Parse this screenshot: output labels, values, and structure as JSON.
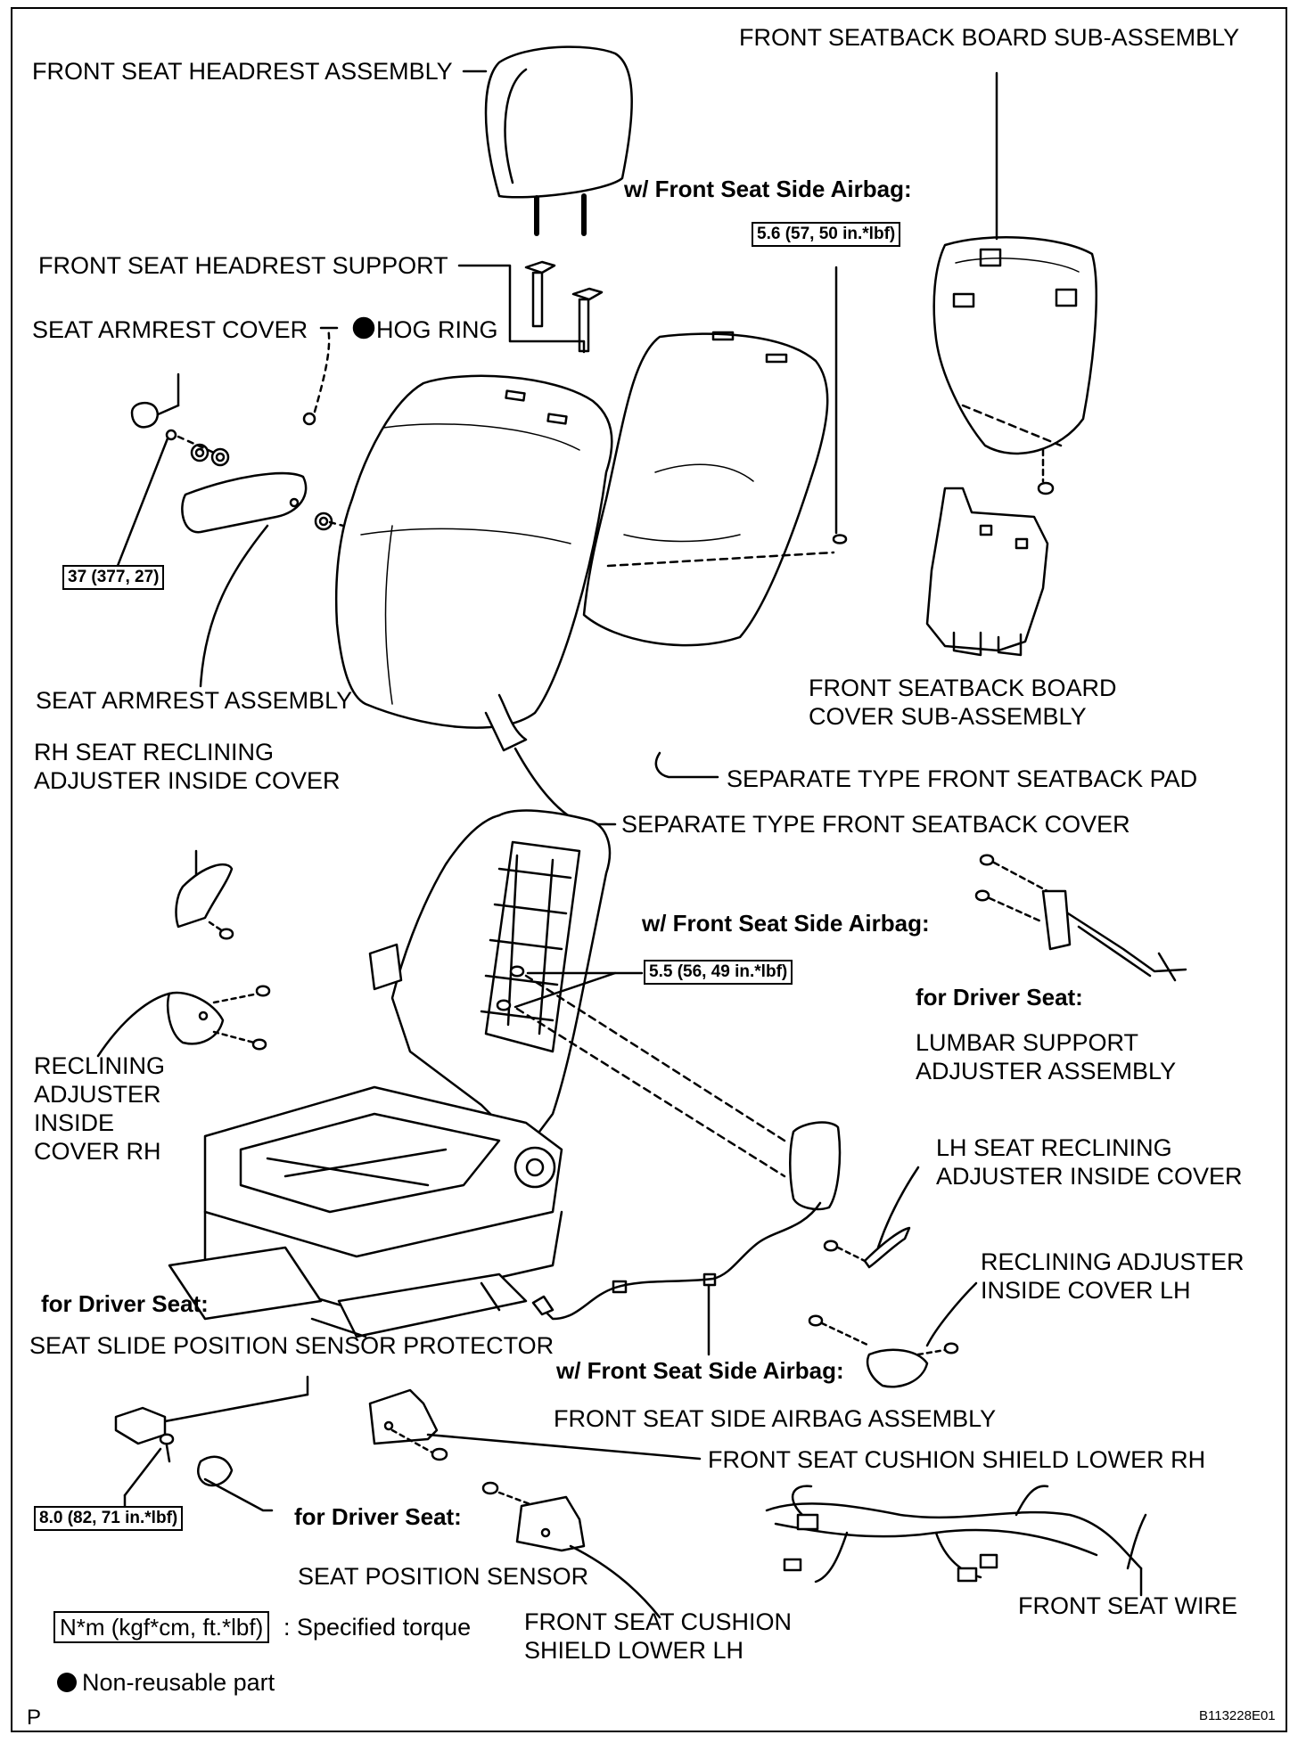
{
  "labels": {
    "headrest_assembly": "FRONT SEAT HEADREST ASSEMBLY",
    "seatback_board_sub": "FRONT SEATBACK BOARD SUB-ASSEMBLY",
    "airbag_note_top": "w/ Front Seat Side Airbag:",
    "torque_top": "5.6 (57, 50 in.*lbf)",
    "headrest_support": "FRONT SEAT HEADREST SUPPORT",
    "armrest_cover": "SEAT ARMREST COVER",
    "hog_ring": "HOG RING",
    "torque_armrest": "37 (377, 27)",
    "armrest_assembly": "SEAT ARMREST ASSEMBLY",
    "board_cover_line1": "FRONT SEATBACK BOARD",
    "board_cover_line2": "COVER SUB-ASSEMBLY",
    "rh_inside_cover_line1": "RH SEAT RECLINING",
    "rh_inside_cover_line2": "ADJUSTER INSIDE COVER",
    "seatback_pad": "SEPARATE TYPE FRONT SEATBACK PAD",
    "seatback_cover": "SEPARATE TYPE FRONT SEATBACK COVER",
    "airbag_note_mid": "w/ Front Seat Side Airbag:",
    "torque_mid": "5.5 (56, 49 in.*lbf)",
    "driver_seat_lumbar": "for Driver Seat:",
    "lumbar_line1": "LUMBAR SUPPORT",
    "lumbar_line2": "ADJUSTER ASSEMBLY",
    "recl_rh_line1": "RECLINING",
    "recl_rh_line2": "ADJUSTER",
    "recl_rh_line3": "INSIDE",
    "recl_rh_line4": "COVER RH",
    "lh_inside_cover_line1": "LH SEAT RECLINING",
    "lh_inside_cover_line2": "ADJUSTER INSIDE COVER",
    "recl_lh_line1": "RECLINING ADJUSTER",
    "recl_lh_line2": "INSIDE COVER LH",
    "driver_seat_slide": "for Driver Seat:",
    "slide_protector": "SEAT SLIDE POSITION SENSOR PROTECTOR",
    "airbag_note_bottom": "w/ Front Seat Side Airbag:",
    "side_airbag": "FRONT SEAT SIDE AIRBAG ASSEMBLY",
    "cushion_shield_rh": "FRONT SEAT CUSHION SHIELD LOWER RH",
    "torque_sensor": "8.0 (82, 71 in.*lbf)",
    "driver_seat_sensor": "for Driver Seat:",
    "position_sensor": "SEAT POSITION SENSOR",
    "front_seat_wire": "FRONT SEAT WIRE",
    "cushion_shield_lh_line1": "FRONT SEAT CUSHION",
    "cushion_shield_lh_line2": "SHIELD LOWER LH"
  },
  "legend": {
    "torque_unit": "N*m (kgf*cm, ft.*lbf)",
    "torque_desc": ": Specified torque",
    "nonreusable": "Non-reusable part"
  },
  "footer": {
    "corner_mark": "P",
    "figure_code": "B113228E01"
  }
}
